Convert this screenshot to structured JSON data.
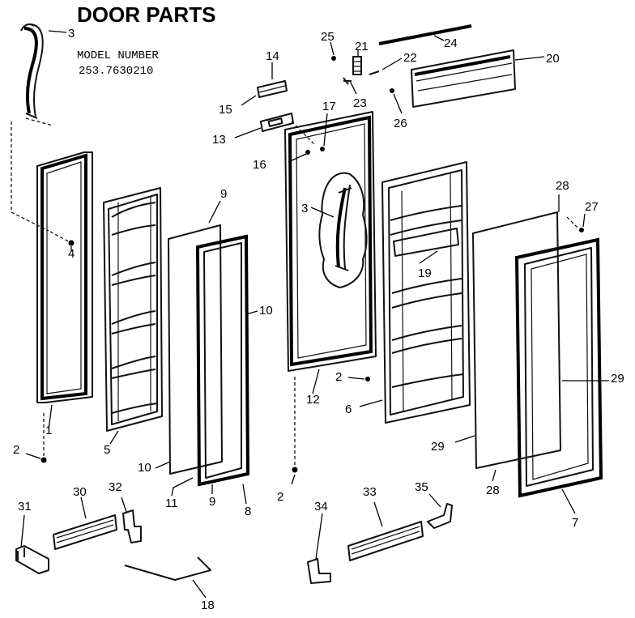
{
  "title": "DOOR PARTS",
  "model_label": "MODEL NUMBER",
  "model_number": "253.7630210",
  "labels": {
    "p3a": "3",
    "p14": "14",
    "p15": "15",
    "p13": "13",
    "p17": "17",
    "p16": "16",
    "p25": "25",
    "p21": "21",
    "p24": "24",
    "p22": "22",
    "p20": "20",
    "p23": "23",
    "p26": "26",
    "p4": "4",
    "p9a": "9",
    "p10a": "10",
    "p3b": "3",
    "p28a": "28",
    "p27": "27",
    "p19": "19",
    "p29a": "29",
    "p1": "1",
    "p2a": "2",
    "p2b": "2",
    "p12": "12",
    "p6": "6",
    "p5": "5",
    "p10b": "10",
    "p29b": "29",
    "p11": "11",
    "p9b": "9",
    "p8": "8",
    "p28b": "28",
    "p2c": "2",
    "p7": "7",
    "p31": "31",
    "p30": "30",
    "p32": "32",
    "p34": "34",
    "p33": "33",
    "p35": "35",
    "p18": "18"
  }
}
